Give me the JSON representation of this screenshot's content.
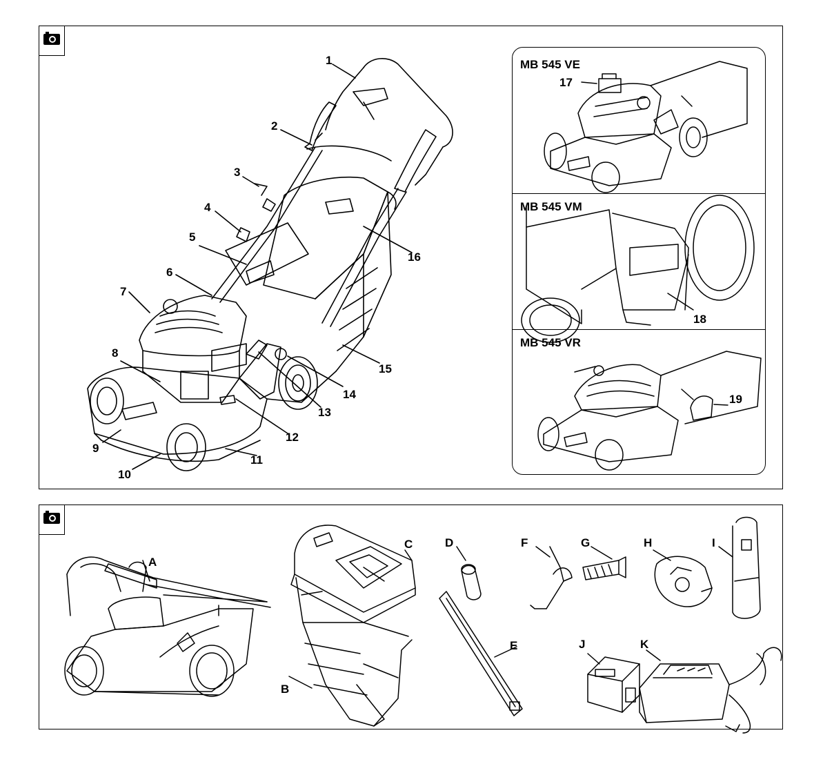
{
  "figure1": {
    "callouts": [
      "1",
      "2",
      "3",
      "4",
      "5",
      "6",
      "7",
      "8",
      "9",
      "10",
      "11",
      "12",
      "13",
      "14",
      "15",
      "16"
    ],
    "variants": [
      {
        "title": "MB 545 VE",
        "callout": "17"
      },
      {
        "title": "MB 545 VM",
        "callout": "18"
      },
      {
        "title": "MB 545 VR",
        "callout": "19"
      }
    ]
  },
  "figure2": {
    "callouts": [
      "A",
      "B",
      "C",
      "D",
      "E",
      "F",
      "G",
      "H",
      "I",
      "J",
      "K"
    ]
  },
  "icons": {
    "panel_marker": "camera-icon"
  }
}
